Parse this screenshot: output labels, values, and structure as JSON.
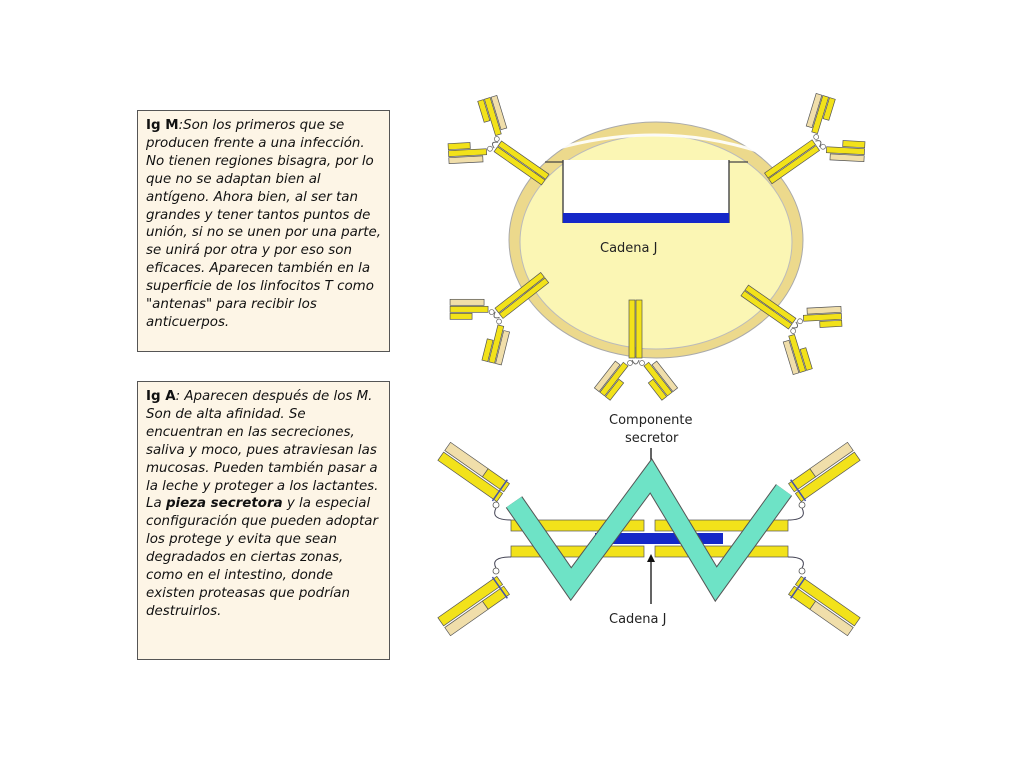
{
  "igm": {
    "title": "Ig M",
    "text": ":Son los primeros que se producen frente a una infección. No tienen regiones bisagra, por lo que no se adaptan bien al antígeno. Ahora bien, al ser tan grandes y tener tantos puntos de unión, si no se unen por una parte, se unirá por otra y por eso son eficaces. Aparecen también en la superficie de los linfocitos T como \"antenas\" para recibir los anticuerpos.",
    "diagram_label": "Cadena J"
  },
  "iga": {
    "title": "Ig A",
    "text_before": ": Aparecen después de los M. Son de alta afinidad. Se encuentran en las secreciones, saliva y moco, pues atraviesan las mucosas. Pueden también pasar a la leche y proteger a los lactantes. La ",
    "bold": "pieza secretora",
    "text_after": " y la especial configuración que pueden adoptar los protege y evita que sean degradados en ciertas zonas, como en el intestino, donde existen proteasas que podrían destruirlos.",
    "label_component_line1": "Componente",
    "label_component_line2": "secretor",
    "label_jchain": "Cadena J"
  },
  "colors": {
    "heavy_chain": "#f2e21a",
    "light_chain": "#f0deaa",
    "jchain": "#1528c8",
    "secretory": "#6ee3c6",
    "core_fill": "#fbf6b4",
    "core_ring": "#ecd98c"
  }
}
